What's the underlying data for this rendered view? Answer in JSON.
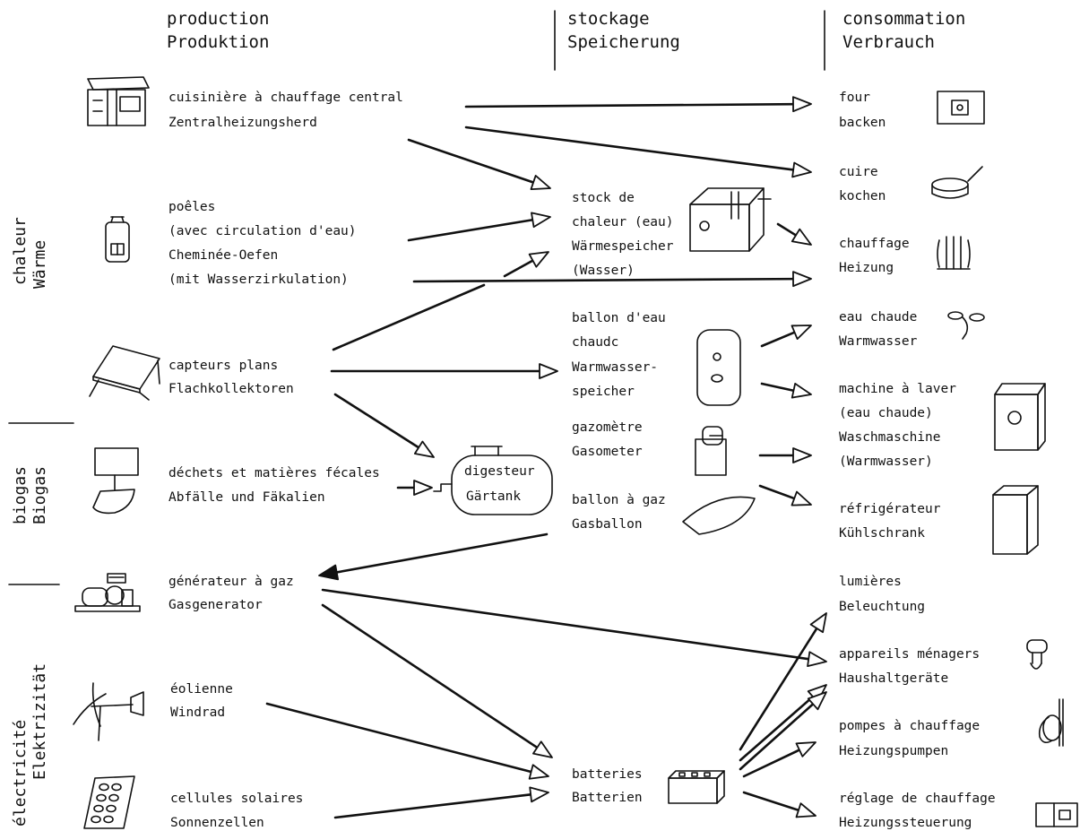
{
  "columns": {
    "production": [
      "production",
      "Produktion"
    ],
    "storage": [
      "stockage",
      "Speicherung"
    ],
    "consumption": [
      "consommation",
      "Verbrauch"
    ]
  },
  "categories": {
    "heat": [
      "chaleur",
      "Wärme"
    ],
    "biogas": [
      "biogas",
      "Biogas"
    ],
    "electricity": [
      "électricité",
      "Elektrizität"
    ]
  },
  "production": {
    "stove": [
      "cuisinière à chauffage central",
      "Zentralheizungsherd"
    ],
    "ovens": [
      "poêles",
      "(avec circulation d'eau)",
      "Cheminée-Oefen",
      "(mit Wasserzirkulation)"
    ],
    "collectors": [
      "capteurs plans",
      "Flachkollektoren"
    ],
    "waste": [
      "déchets et matières fécales",
      "Abfälle und Fäkalien"
    ],
    "generator": [
      "générateur à gaz",
      "Gasgenerator"
    ],
    "wind": [
      "éolienne",
      "Windrad"
    ],
    "solar": [
      "cellules solaires",
      "Sonnenzellen"
    ]
  },
  "storage": {
    "heat_store": [
      "stock de",
      "chaleur (eau)",
      "Wärmespeicher",
      "(Wasser)"
    ],
    "hot_water_tank": [
      "ballon d'eau",
      "chaudc",
      "Warmwasser-",
      "speicher"
    ],
    "digester": [
      "digesteur",
      "Gärtank"
    ],
    "gasometer": [
      "gazomètre",
      "Gasometer"
    ],
    "gas_balloon": [
      "ballon à gaz",
      "Gasballon"
    ],
    "batteries": [
      "batteries",
      "Batterien"
    ]
  },
  "consumption": {
    "oven": [
      "four",
      "backen"
    ],
    "cook": [
      "cuire",
      "kochen"
    ],
    "heating": [
      "chauffage",
      "Heizung"
    ],
    "hot_water": [
      "eau chaude",
      "Warmwasser"
    ],
    "washing_machine": [
      "machine à laver",
      "(eau chaude)",
      "Waschmaschine",
      "(Warmwasser)"
    ],
    "fridge": [
      "réfrigérateur",
      "Kühlschrank"
    ],
    "lights": [
      "lumières",
      "Beleuchtung"
    ],
    "appliances": [
      "appareils ménagers",
      "Haushaltgeräte"
    ],
    "pumps": [
      "pompes à chauffage",
      "Heizungspumpen"
    ],
    "heating_control": [
      "réglage de chauffage",
      "Heizungssteuerung"
    ]
  }
}
